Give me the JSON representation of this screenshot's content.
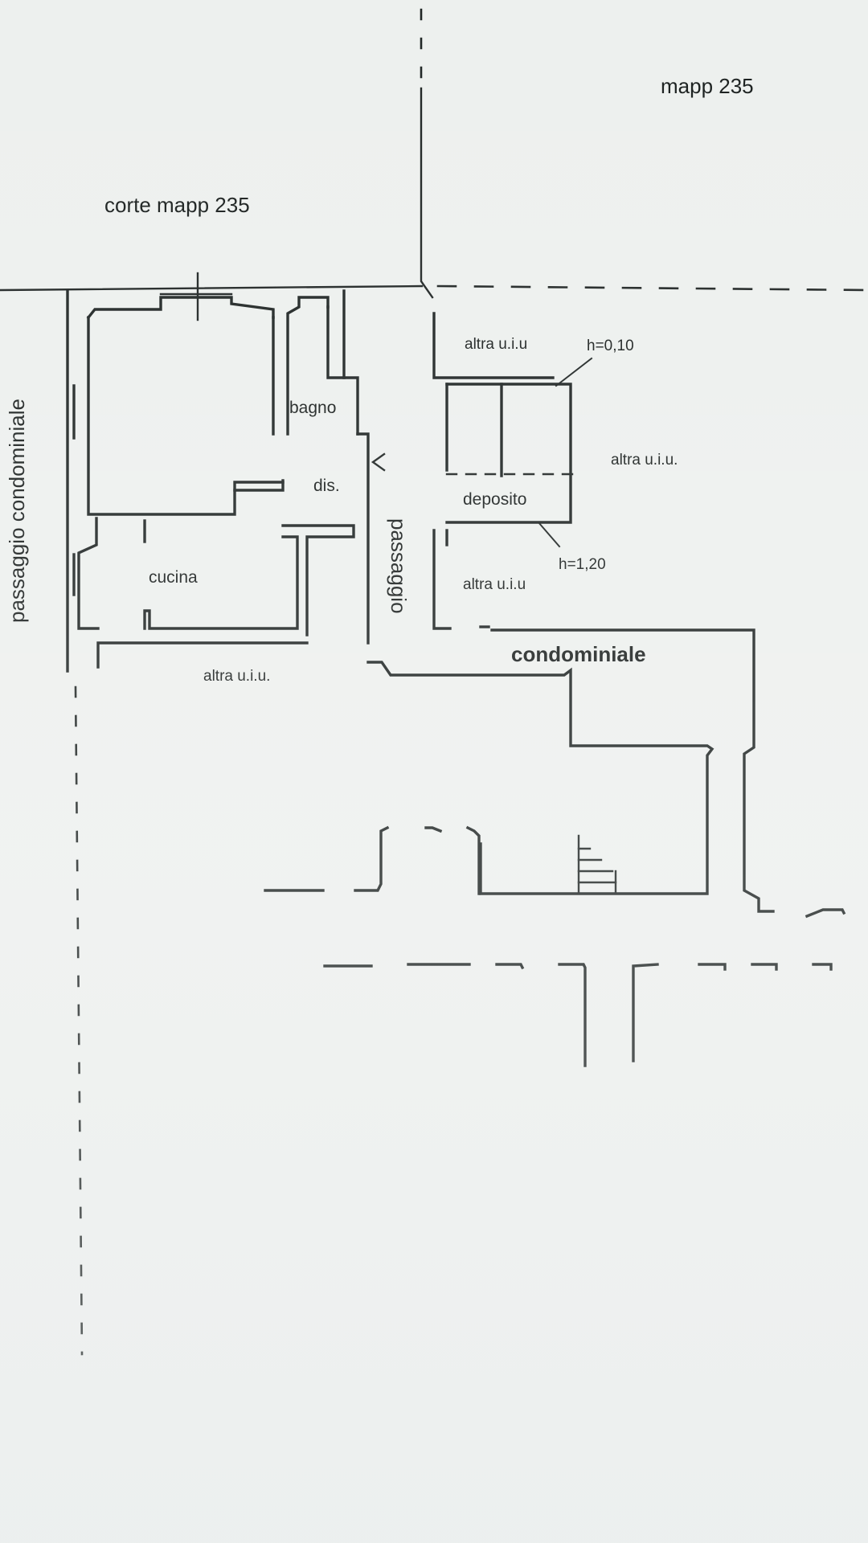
{
  "labels": {
    "mapp": "mapp 235",
    "corte": "corte mapp 235",
    "passaggio_condominiale": "passaggio condominiale",
    "bagno": "bagno",
    "dis": "dis.",
    "cucina": "cucina",
    "altra_bottom_left": "altra u.i.u.",
    "passaggio": "passaggio",
    "altra_top": "altra u.i.u",
    "h_top": "h=0,10",
    "altra_right": "altra u.i.u.",
    "deposito": "deposito",
    "h_bottom": "h=1,20",
    "altra_lower": "altra u.i.u",
    "condominiale": "condominiale"
  }
}
